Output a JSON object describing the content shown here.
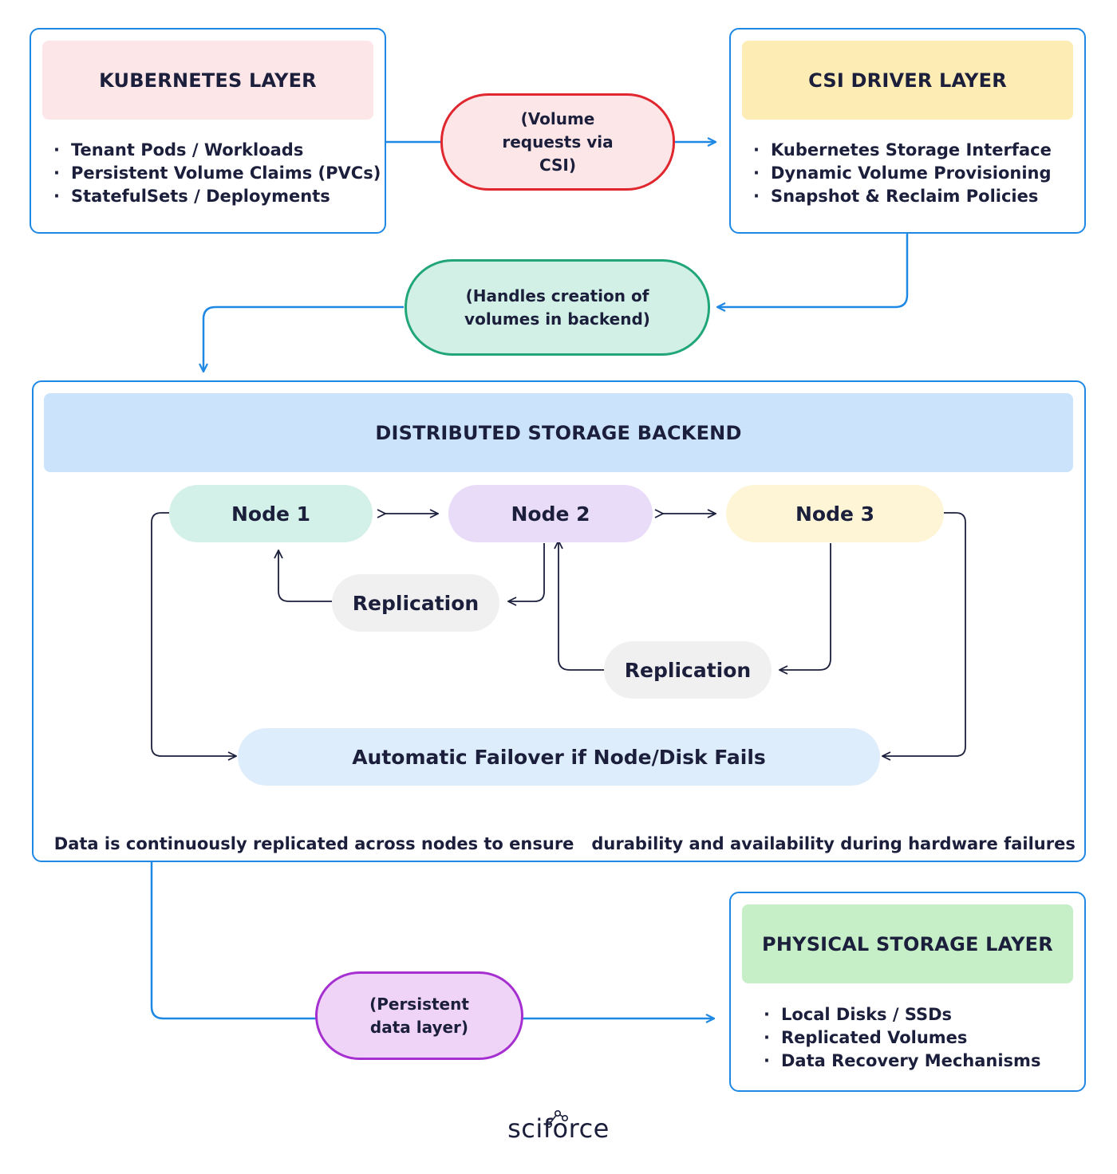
{
  "kubernetes_layer": {
    "title": "KUBERNETES LAYER",
    "header_color": "#fde6e7",
    "items": [
      "Tenant Pods / Workloads",
      "Persistent Volume Claims (PVCs)",
      "StatefulSets / Deployments"
    ]
  },
  "csi_layer": {
    "title": "CSI DRIVER LAYER",
    "header_color": "#fdecb4",
    "items": [
      "Kubernetes Storage Interface",
      "Dynamic Volume Provisioning",
      "Snapshot & Reclaim Policies"
    ]
  },
  "connectors": {
    "volume_requests": {
      "lines": [
        "(Volume",
        "requests via",
        "CSI)"
      ],
      "fill": "#fde6e7",
      "border": "#e0262e"
    },
    "handles_creation": {
      "lines": [
        "(Handles creation of",
        "volumes in backend)"
      ],
      "fill": "#d2f0e6",
      "border": "#21a67a"
    },
    "persistent_data": {
      "lines": [
        "(Persistent",
        "data layer)"
      ],
      "fill": "#f0d4f7",
      "border": "#a52fd0"
    }
  },
  "backend": {
    "title": "DISTRIBUTED STORAGE BACKEND",
    "header_color": "#cce4fb",
    "nodes": [
      {
        "label": "Node 1",
        "color": "#d3f1e8"
      },
      {
        "label": "Node 2",
        "color": "#e8dcf8"
      },
      {
        "label": "Node 3",
        "color": "#fef5d6"
      }
    ],
    "replication_labels": [
      "Replication",
      "Replication"
    ],
    "failover": {
      "label": "Automatic Failover if Node/Disk Fails",
      "color": "#ddedfc"
    },
    "note": "Data is continuously replicated across nodes to ensure   durability and availability during hardware failures"
  },
  "physical_layer": {
    "title": "PHYSICAL STORAGE LAYER",
    "header_color": "#c6efc8",
    "items": [
      "Local Disks / SSDs",
      "Replicated Volumes",
      "Data Recovery Mechanisms"
    ]
  },
  "brand": {
    "name": "sciforce"
  },
  "colors": {
    "accent_blue": "#1e88e5",
    "text": "#1b1f3b",
    "inner_arrow": "#1b1f3b"
  }
}
